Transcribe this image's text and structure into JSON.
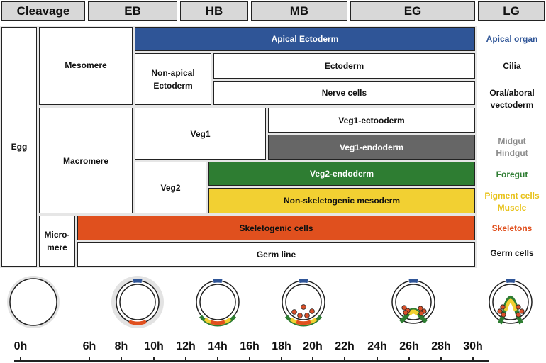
{
  "stages": [
    "Cleavage",
    "EB",
    "HB",
    "MB",
    "EG",
    "LG"
  ],
  "cells": {
    "egg": "Egg",
    "mesomere": "Mesomere",
    "macromere": "Macromere",
    "micromere_line1": "Micro-",
    "micromere_line2": "mere",
    "apical_ectoderm": "Apical Ectoderm",
    "nonapical_line1": "Non-apical",
    "nonapical_line2": "Ectoderm",
    "ectoderm": "Ectoderm",
    "nerve_cells": "Nerve cells",
    "veg1": "Veg1",
    "veg1_ectoderm": "Veg1-ectooderm",
    "veg1_endoderm": "Veg1-endoderm",
    "veg2": "Veg2",
    "veg2_endoderm": "Veg2-endoderm",
    "nonskeletogenic_mesoderm": "Non-skeletogenic mesoderm",
    "skeletogenic_cells": "Skeletogenic cells",
    "germ_line": "Germ line"
  },
  "fates": {
    "apical_organ": "Apical organ",
    "cilia": "Cilia",
    "oral_aboral_line1": "Oral/aboral",
    "oral_aboral_line2": "vectoderm",
    "midgut": "Midgut",
    "hindgut": "Hindgut",
    "foregut": "Foregut",
    "pigment_cells": "Pigment cells",
    "muscle": "Muscle",
    "skeletons": "Skeletons",
    "germ_cells": "Germ cells"
  },
  "colors": {
    "apical": "#2f5597",
    "veg1_endoderm": "#666666",
    "veg2_endoderm": "#2e7d32",
    "nonskeletogenic": "#f2d032",
    "skeletogenic": "#e0501e",
    "midgut_text": "#8c8c8c",
    "pigment_text": "#e8c21a"
  },
  "timeline": [
    "0h",
    "6h",
    "8h",
    "10h",
    "12h",
    "14h",
    "16h",
    "18h",
    "20h",
    "22h",
    "24h",
    "26h",
    "28h",
    "30h"
  ]
}
